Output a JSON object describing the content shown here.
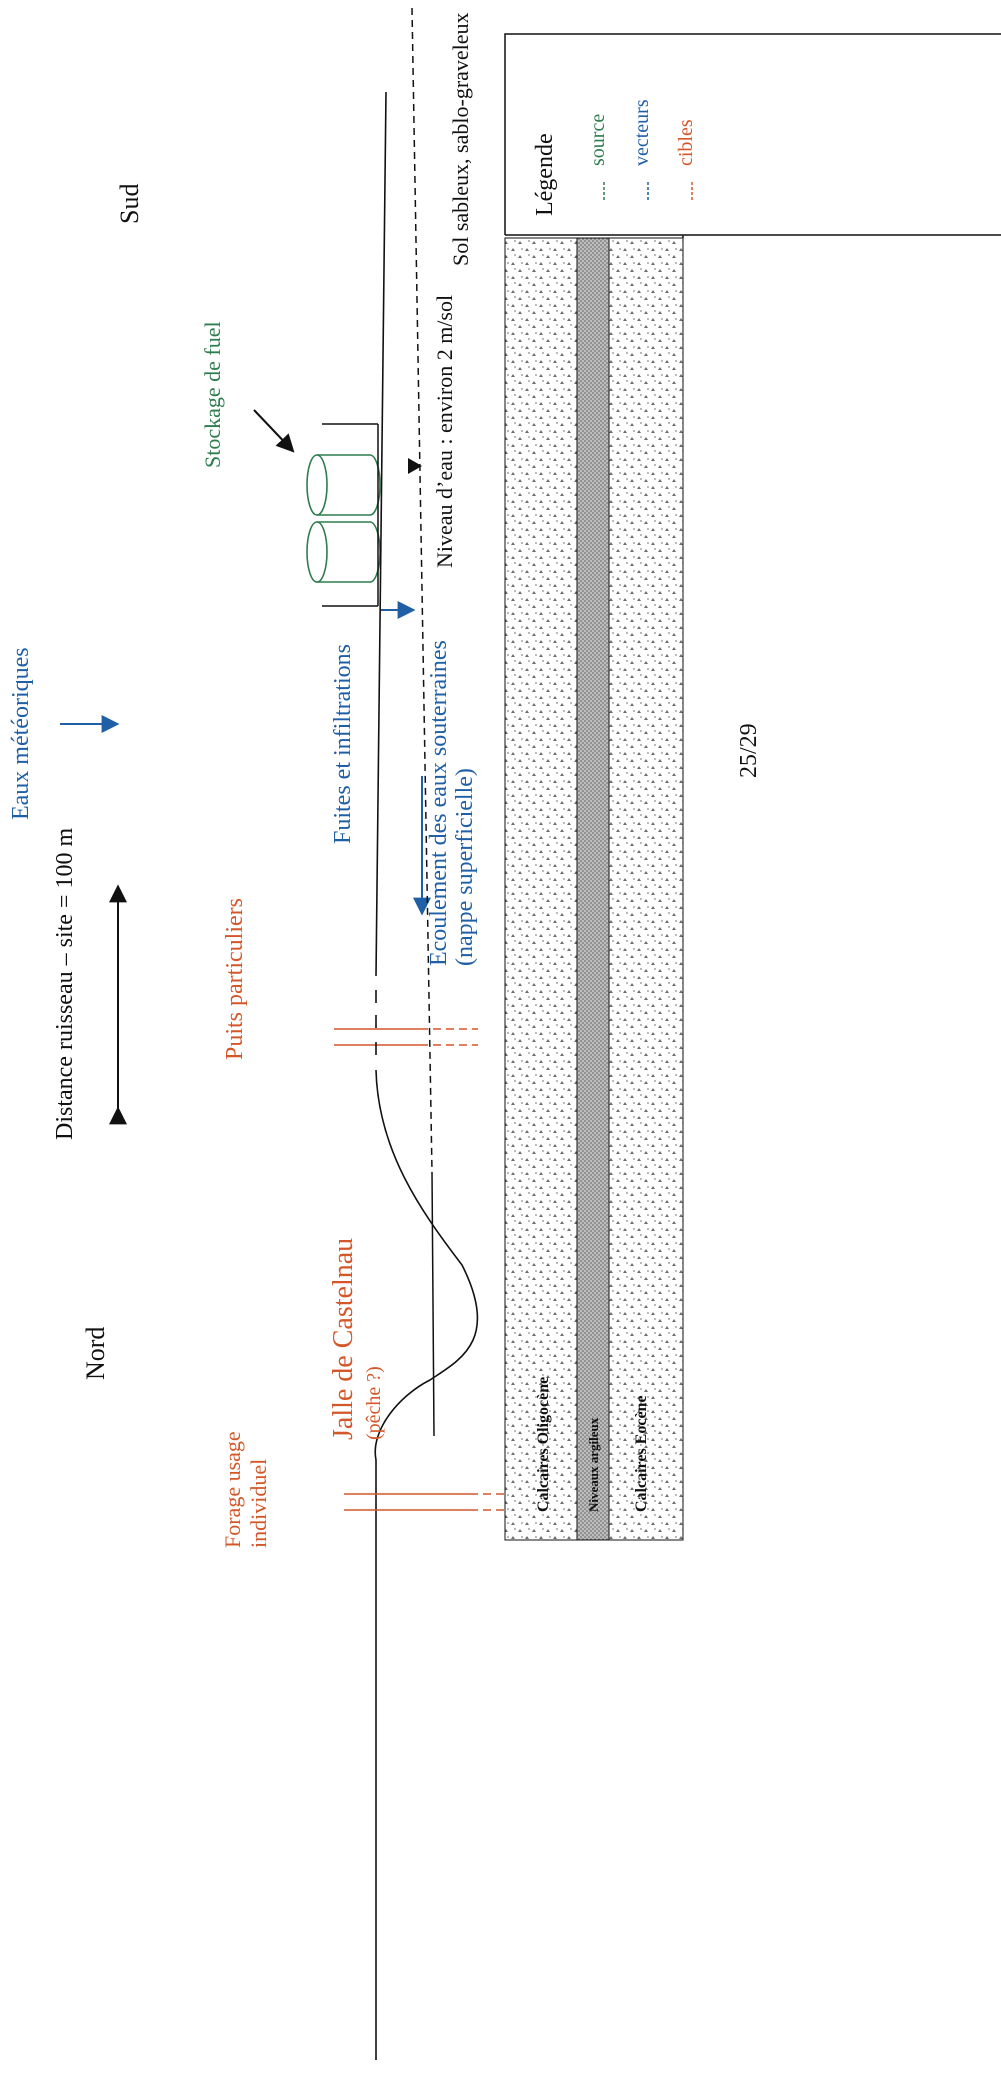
{
  "orientation": {
    "north": "Nord",
    "south": "Sud"
  },
  "labels": {
    "distance": "Distance ruisseau – site = 100 m",
    "rain": "Eaux météoriques",
    "wells": "Puits particuliers",
    "leaks": "Fuites et infiltrations",
    "flow_line1": "Ecoulement   des   eaux   souterraines",
    "flow_line2": "(nappe superficielle)",
    "storage": "Stockage de fuel",
    "water_level": "Niveau d’eau : environ 2 m/sol",
    "soil": "Sol sableux, sablo-graveleux",
    "stream_line1": "Jalle   de   Castelnau",
    "stream_line2": "(pêche ?)",
    "borehole_line1": "Forage usage",
    "borehole_line2": "individuel"
  },
  "layers": [
    {
      "name": "Calcaires Oligocène",
      "pattern": "dots"
    },
    {
      "name": "Niveaux argileux",
      "pattern": "dense"
    },
    {
      "name": "Calcaires Eocène",
      "pattern": "dots"
    }
  ],
  "legend": {
    "title": "Légende",
    "items": [
      {
        "label": "source",
        "color": "#2e7d4f"
      },
      {
        "label": "vecteurs",
        "color": "#1f5fa6"
      },
      {
        "label": "cibles",
        "color": "#d4572a"
      }
    ]
  },
  "page_number": "25/29",
  "colors": {
    "source": "#2e7d4f",
    "vectors": "#1f5fa6",
    "targets": "#d4572a",
    "ink": "#111111"
  }
}
